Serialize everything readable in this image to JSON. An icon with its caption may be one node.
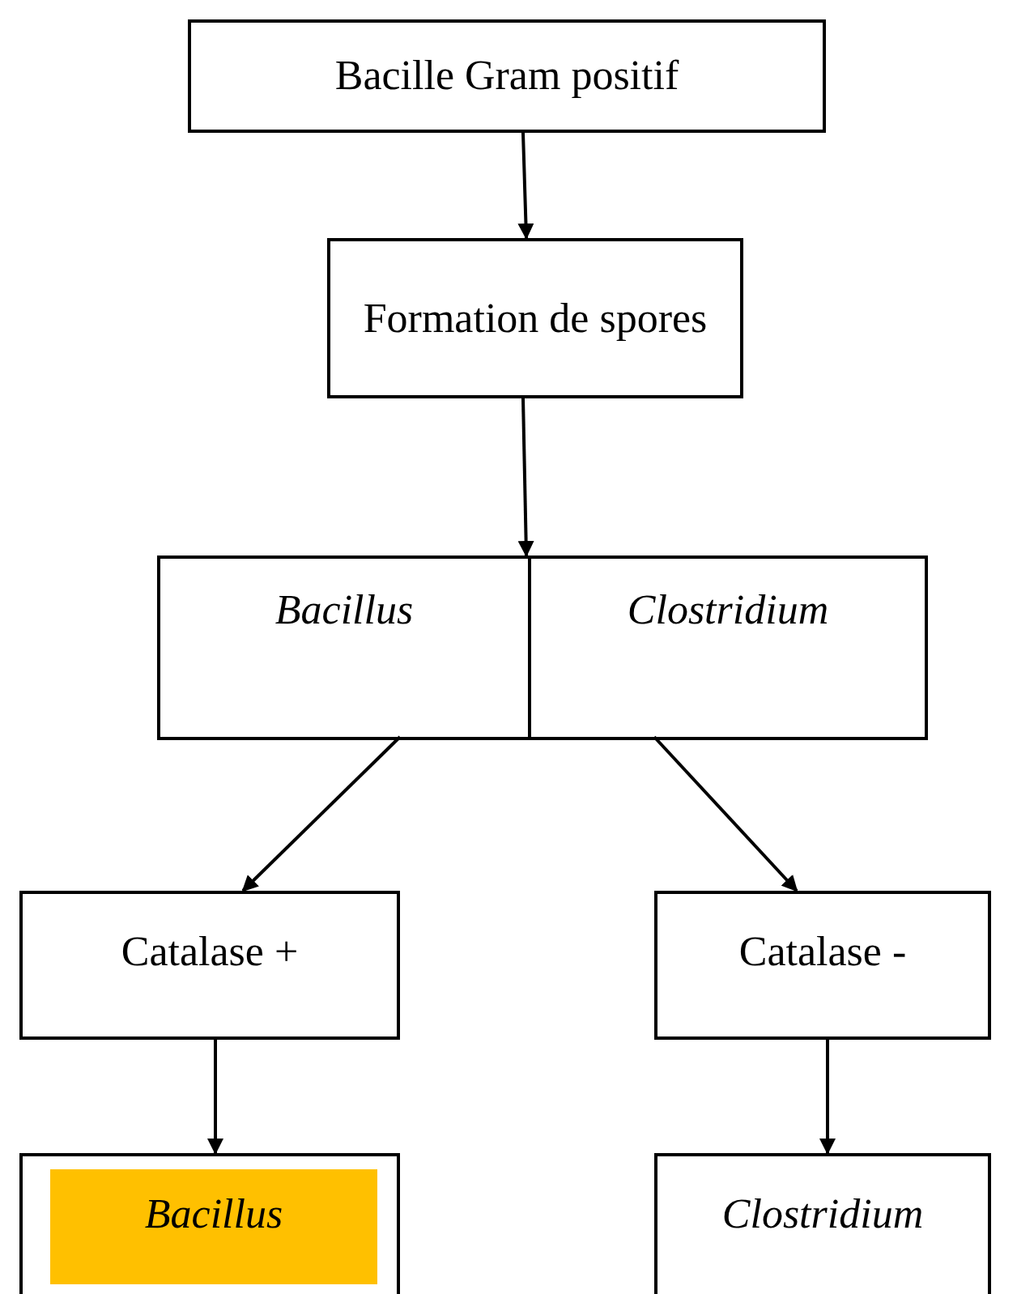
{
  "diagram": {
    "nodes": [
      {
        "text": [
          "Bacille Gram positif"
        ]
      },
      {
        "text": [
          "Formation de spores"
        ]
      },
      {
        "text": [],
        "shape": "box"
      },
      {
        "text": [
          "Bacillus"
        ],
        "in": 2
      },
      {
        "text": [
          "Clostridium"
        ],
        "in": 2
      },
      {
        "text": [
          "Catalase +"
        ]
      },
      {
        "text": [
          "Catalase -"
        ]
      },
      {
        "text": [],
        "shape": "box"
      },
      {
        "text": [
          "Bacillus"
        ],
        "in": 7
      },
      {
        "text": [
          "Clostridium"
        ]
      }
    ],
    "edges": [
      {
        "from": 0,
        "to": 1,
        "arrow": "to"
      },
      {
        "from": 1,
        "to": 2,
        "arrow": "to"
      },
      {
        "from": 3,
        "to": 5,
        "arrow": "to"
      },
      {
        "from": 4,
        "to": 6,
        "arrow": "to"
      },
      {
        "from": 5,
        "to": 7,
        "arrow": "to"
      },
      {
        "from": 6,
        "to": 9,
        "arrow": "to"
      }
    ]
  }
}
